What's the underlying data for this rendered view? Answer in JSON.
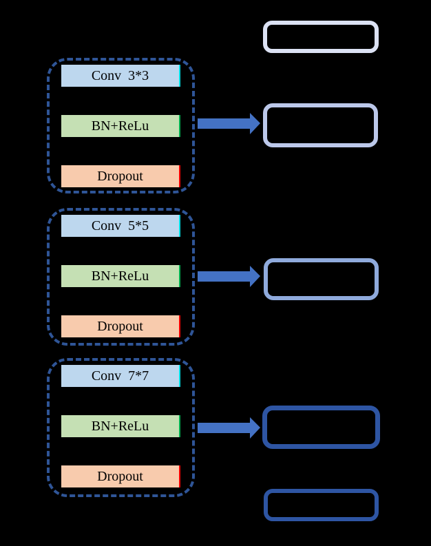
{
  "diagram": {
    "background": "#000000",
    "branches": [
      {
        "name": "branch-conv3x3",
        "layers": [
          {
            "name": "conv-layer",
            "label": "Conv  3*3"
          },
          {
            "name": "bn-relu-layer",
            "label": "BN+ReLu"
          },
          {
            "name": "dropout-layer",
            "label": "Dropout"
          }
        ]
      },
      {
        "name": "branch-conv5x5",
        "layers": [
          {
            "name": "conv-layer",
            "label": "Conv  5*5"
          },
          {
            "name": "bn-relu-layer",
            "label": "BN+ReLu"
          },
          {
            "name": "dropout-layer",
            "label": "Dropout"
          }
        ]
      },
      {
        "name": "branch-conv7x7",
        "layers": [
          {
            "name": "conv-layer",
            "label": "Conv  7*7"
          },
          {
            "name": "bn-relu-layer",
            "label": "BN+ReLu"
          },
          {
            "name": "dropout-layer",
            "label": "Dropout"
          }
        ]
      }
    ],
    "stages": [
      {
        "name": "stage-1",
        "border_color": "#DCE2F4"
      },
      {
        "name": "stage-2",
        "border_color": "#BCC8EA"
      },
      {
        "name": "stage-3",
        "border_color": "#8FAADC"
      },
      {
        "name": "stage-4",
        "border_color": "#2E55A3"
      },
      {
        "name": "stage-5",
        "border_color": "#2E55A3"
      }
    ],
    "colors": {
      "group_border": "#2F5597",
      "arrow": "#4472C4",
      "conv_fill": "#BDD7EE",
      "conv_edge": "#00E0E6",
      "bn_fill": "#C5E0B4",
      "bn_edge": "#00B050",
      "dropout_fill": "#F8CBAD",
      "dropout_edge": "#FF0000",
      "label_text": "#000000"
    }
  }
}
